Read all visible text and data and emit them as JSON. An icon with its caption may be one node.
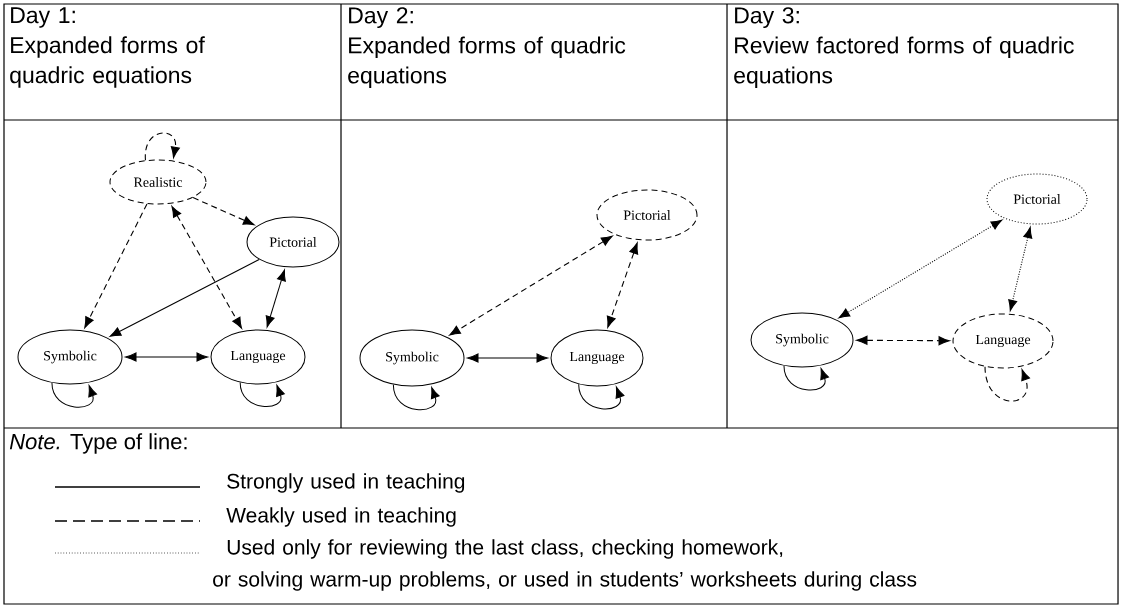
{
  "diagram": {
    "nodes": [
      {
        "text": [
          "Realistic"
        ]
      },
      {
        "text": [
          "Pictorial"
        ]
      },
      {
        "text": [
          "Symbolic"
        ]
      },
      {
        "text": [
          "Language"
        ]
      },
      {
        "text": [
          "Pictorial"
        ]
      },
      {
        "text": [
          "Symbolic"
        ]
      },
      {
        "text": [
          "Language"
        ]
      },
      {
        "text": [
          "Pictorial"
        ]
      },
      {
        "text": [
          "Symbolic"
        ]
      },
      {
        "text": [
          "Language"
        ]
      }
    ],
    "edges": [
      {
        "from": 0,
        "to": 0,
        "arrow": "to",
        "style": "dashed"
      },
      {
        "from": 0,
        "to": 1,
        "arrow": "to",
        "style": "dashed"
      },
      {
        "from": 0,
        "to": 2,
        "arrow": "to",
        "style": "dashed"
      },
      {
        "from": 0,
        "to": 3,
        "arrow": "both",
        "style": "dashed"
      },
      {
        "from": 1,
        "to": 2,
        "arrow": "to"
      },
      {
        "from": 1,
        "to": 3,
        "arrow": "both"
      },
      {
        "from": 2,
        "to": 3,
        "arrow": "both"
      },
      {
        "from": 2,
        "to": 2,
        "arrow": "to"
      },
      {
        "from": 3,
        "to": 3,
        "arrow": "to"
      },
      {
        "from": 4,
        "to": 5,
        "arrow": "both",
        "style": "dashed"
      },
      {
        "from": 4,
        "to": 6,
        "arrow": "both",
        "style": "dashed"
      },
      {
        "from": 5,
        "to": 6,
        "arrow": "both"
      },
      {
        "from": 5,
        "to": 5,
        "arrow": "to"
      },
      {
        "from": 6,
        "to": 6,
        "arrow": "to"
      },
      {
        "from": 7,
        "to": 8,
        "arrow": "both",
        "style": "dashed"
      },
      {
        "from": 7,
        "to": 9,
        "arrow": "both",
        "style": "dashed"
      },
      {
        "from": 8,
        "to": 9,
        "arrow": "both",
        "style": "dashed"
      },
      {
        "from": 8,
        "to": 8,
        "arrow": "to"
      },
      {
        "from": 9,
        "to": 9,
        "arrow": "to",
        "style": "dashed"
      }
    ],
    "labels": [
      "Day 1:",
      "Expanded forms of quadric equations",
      "Day 2:",
      "Expanded forms of quadric equations",
      "Day 3:",
      "Review factored forms of quadric equations",
      "*Note.* Type of line:"
    ],
    "legend": [
      {
        "text": "Strongly used in teaching"
      },
      {
        "text": "Weakly used in teaching"
      },
      {
        "text": "Used only for  reviewing the last class, checking homework, or solving warm-up problems, or used in students’ worksheets during class"
      }
    ]
  }
}
